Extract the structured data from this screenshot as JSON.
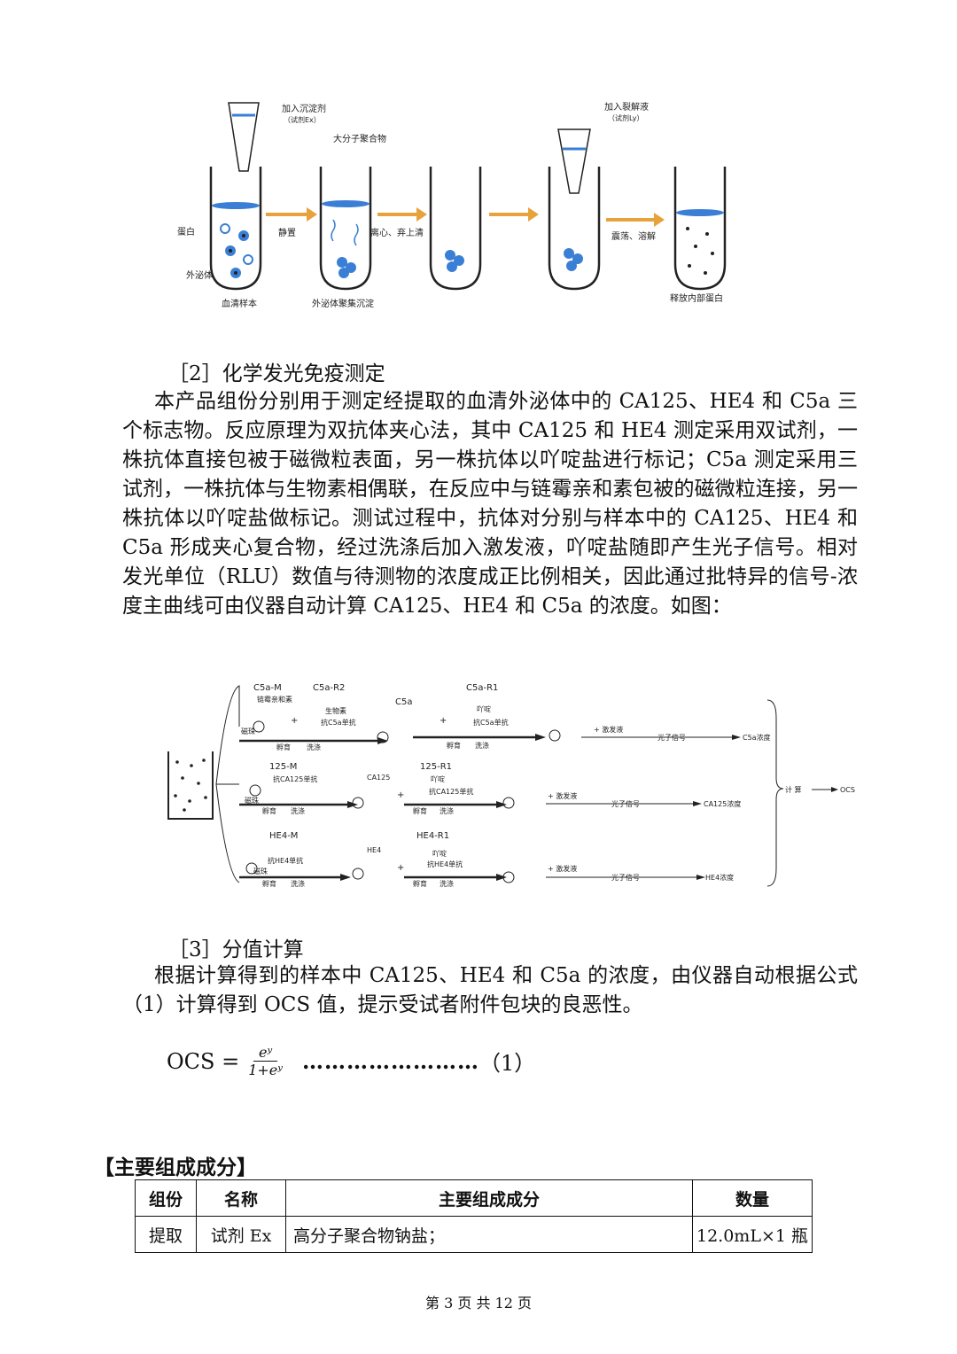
{
  "fig1": {
    "add_precipitant": "加入沉淀剂",
    "reagent_ex": "（试剂Ex）",
    "polymer": "大分子聚合物",
    "add_lysis": "加入裂解液",
    "reagent_ly": "（试剂Ly）",
    "protein": "蛋白",
    "exosome": "外泌体",
    "serum_sample": "血清样本",
    "stand": "静置",
    "centrifuge": "离心、弃上清",
    "exosome_precip": "外泌体聚集沉淀",
    "shake": "震荡、溶解",
    "release": "释放内部蛋白"
  },
  "section2": {
    "heading": "［2］化学发光免疫测定",
    "paragraph": "本产品组份分别用于测定经提取的血清外泌体中的 CA125、HE4 和 C5a 三个标志物。反应原理为双抗体夹心法，其中 CA125 和 HE4 测定采用双试剂，一株抗体直接包被于磁微粒表面，另一株抗体以吖啶盐进行标记；C5a 测定采用三试剂，一株抗体与生物素相偶联，在反应中与链霉亲和素包被的磁微粒连接，另一株抗体以吖啶盐做标记。测试过程中，抗体对分别与样本中的 CA125、HE4 和 C5a 形成夹心复合物，经过洗涤后加入激发液，吖啶盐随即产生光子信号。相对发光单位（RLU）数值与待测物的浓度成正比例相关，因此通过批特异的信号-浓度主曲线可由仪器自动计算 CA125、HE4 和 C5a 的浓度。如图："
  },
  "fig2": {
    "c5a_m": "C5a-M",
    "c5a_r2": "C5a-R2",
    "c5a_r1": "C5a-R1",
    "streptavidin": "链霉亲和素",
    "biotin": "生物素",
    "anti_c5a": "抗C5a单抗",
    "c5a": "C5a",
    "acridinium": "吖啶",
    "bead": "磁珠",
    "incubate": "孵育",
    "wash": "洗涤",
    "add_trigger": "+ 激发液",
    "photon_signal": "光子信号",
    "c5a_conc": "C5a浓度",
    "r125_m": "125-M",
    "r125_r1": "125-R1",
    "anti_ca125": "抗CA125单抗",
    "ca125": "CA125",
    "ca125_conc": "CA125浓度",
    "he4_m": "HE4-M",
    "he4_r1": "HE4-R1",
    "anti_he4": "抗HE4单抗",
    "he4": "HE4",
    "he4_conc": "HE4浓度",
    "calc": "计 算",
    "ocs": "OCS"
  },
  "section3": {
    "heading": "［3］分值计算",
    "paragraph": "根据计算得到的样本中 CA125、HE4 和 C5a 的浓度，由仪器自动根据公式（1）计算得到 OCS 值，提示受试者附件包块的良恶性。"
  },
  "formula": {
    "lhs": "OCS =",
    "numerator": "eʸ",
    "denominator": "1+eʸ",
    "dots": "……………………",
    "number": "（1）"
  },
  "components": {
    "title": "【主要组成成分】",
    "headers": [
      "组份",
      "名称",
      "主要组成成分",
      "数量"
    ],
    "rows": [
      [
        "提取",
        "试剂 Ex",
        "高分子聚合物钠盐；",
        "12.0mL×1 瓶"
      ]
    ]
  },
  "footer": "第 3 页  共 12 页"
}
